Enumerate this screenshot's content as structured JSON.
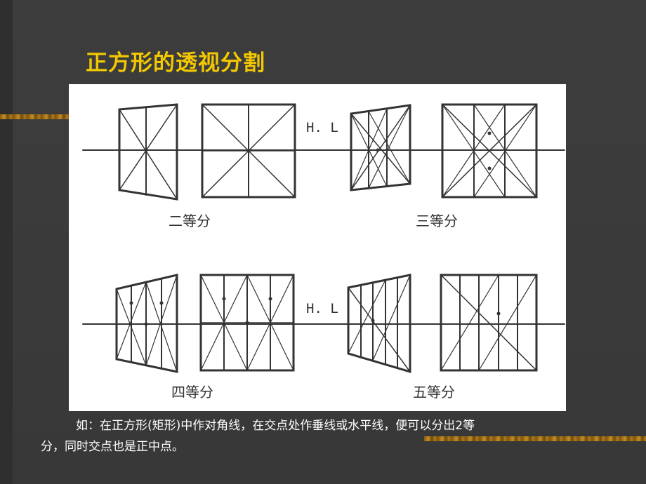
{
  "slide": {
    "title": "正方形的透视分割",
    "caption_line1": "如：在正方形(矩形)中作对角线，在交点处作垂线或水平线，便可以分出2等",
    "caption_line2": "分，同时交点也是正中点。"
  },
  "figure": {
    "horizon_label_top": "H. L",
    "horizon_label_bottom": "H. L",
    "labels": {
      "two": "二等分",
      "three": "三等分",
      "four": "四等分",
      "five": "五等分"
    }
  },
  "colors": {
    "background": "#3b3b3b",
    "title": "#f3c800",
    "caption": "#ffffff",
    "stripe": "#c8901e",
    "figure_bg": "#ffffff",
    "ink": "#333333"
  }
}
